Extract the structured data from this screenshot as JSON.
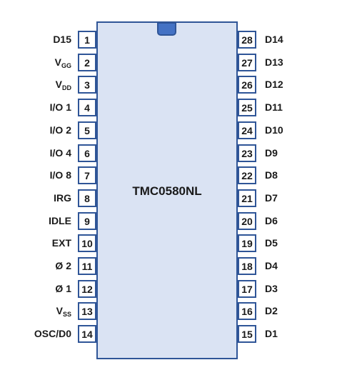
{
  "chip": {
    "title": "TMC0580NL",
    "body_fill": "#dae3f3",
    "outline_color": "#2f5597",
    "notch_color": "#4472c4"
  },
  "left_pins": [
    {
      "number": "1",
      "label": "D15"
    },
    {
      "number": "2",
      "label": "V",
      "sub": "GG"
    },
    {
      "number": "3",
      "label": "V",
      "sub": "DD"
    },
    {
      "number": "4",
      "label": "I/O 1"
    },
    {
      "number": "5",
      "label": "I/O 2"
    },
    {
      "number": "6",
      "label": "I/O 4"
    },
    {
      "number": "7",
      "label": "I/O 8"
    },
    {
      "number": "8",
      "label": "IRG"
    },
    {
      "number": "9",
      "label": "IDLE"
    },
    {
      "number": "10",
      "label": "EXT"
    },
    {
      "number": "11",
      "label": "Ø 2"
    },
    {
      "number": "12",
      "label": "Ø 1"
    },
    {
      "number": "13",
      "label": "V",
      "sub": "SS"
    },
    {
      "number": "14",
      "label": "OSC/D0"
    }
  ],
  "right_pins": [
    {
      "number": "28",
      "label": "D14"
    },
    {
      "number": "27",
      "label": "D13"
    },
    {
      "number": "26",
      "label": "D12"
    },
    {
      "number": "25",
      "label": "D11"
    },
    {
      "number": "24",
      "label": "D10"
    },
    {
      "number": "23",
      "label": "D9"
    },
    {
      "number": "22",
      "label": "D8"
    },
    {
      "number": "21",
      "label": "D7"
    },
    {
      "number": "20",
      "label": "D6"
    },
    {
      "number": "19",
      "label": "D5"
    },
    {
      "number": "18",
      "label": "D4"
    },
    {
      "number": "17",
      "label": "D3"
    },
    {
      "number": "16",
      "label": "D2"
    },
    {
      "number": "15",
      "label": "D1"
    }
  ]
}
